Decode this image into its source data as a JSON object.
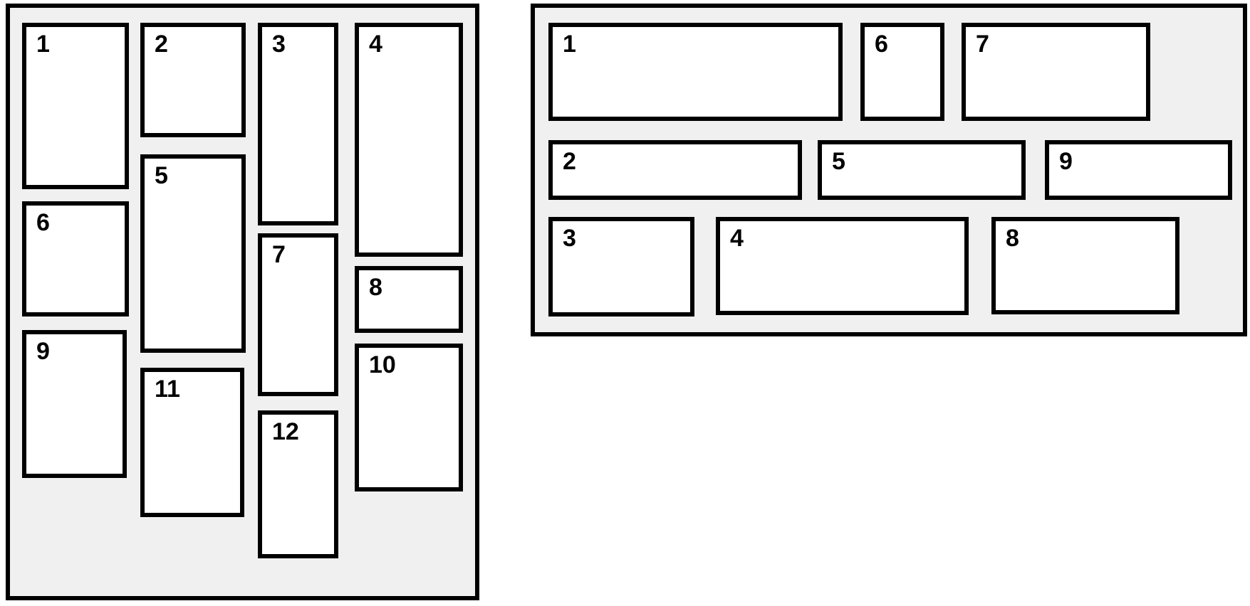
{
  "colors": {
    "panel_background": "#f0f0f0",
    "border": "#000000",
    "box_background": "#ffffff",
    "page_background": "#ffffff"
  },
  "panels": {
    "masonry": {
      "description": "columnar-masonry-ordered-panel",
      "items": [
        "1",
        "2",
        "3",
        "4",
        "5",
        "6",
        "7",
        "8",
        "9",
        "10",
        "11",
        "12"
      ]
    },
    "rows": {
      "description": "row-ordered-panel",
      "items": [
        "1",
        "2",
        "3",
        "4",
        "5",
        "6",
        "7",
        "8",
        "9"
      ]
    }
  }
}
